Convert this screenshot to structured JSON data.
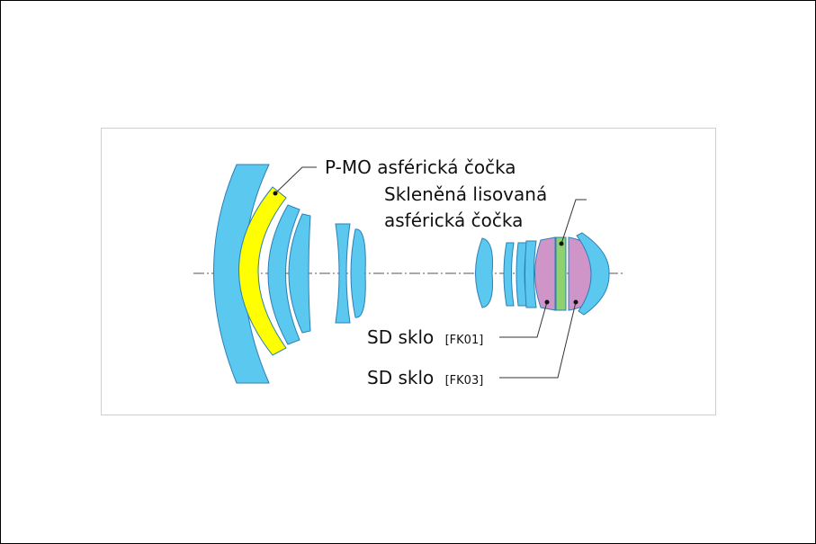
{
  "labels": {
    "pmo_asph": "P-MO asférická čočka",
    "molded_line1": "Skleněná lisovaná",
    "molded_line2": "asférická čočka",
    "sd1_main": "SD sklo",
    "sd1_code": "[FK01]",
    "sd2_main": "SD sklo",
    "sd2_code": "[FK03]"
  },
  "colors": {
    "standard_element": "#5bc8f0",
    "pmo_aspherical": "#ffff00",
    "molded_aspherical": "#8ed16d",
    "sd_glass": "#cf95c9",
    "outline": "#2d7fb5",
    "axis": "#555555"
  }
}
